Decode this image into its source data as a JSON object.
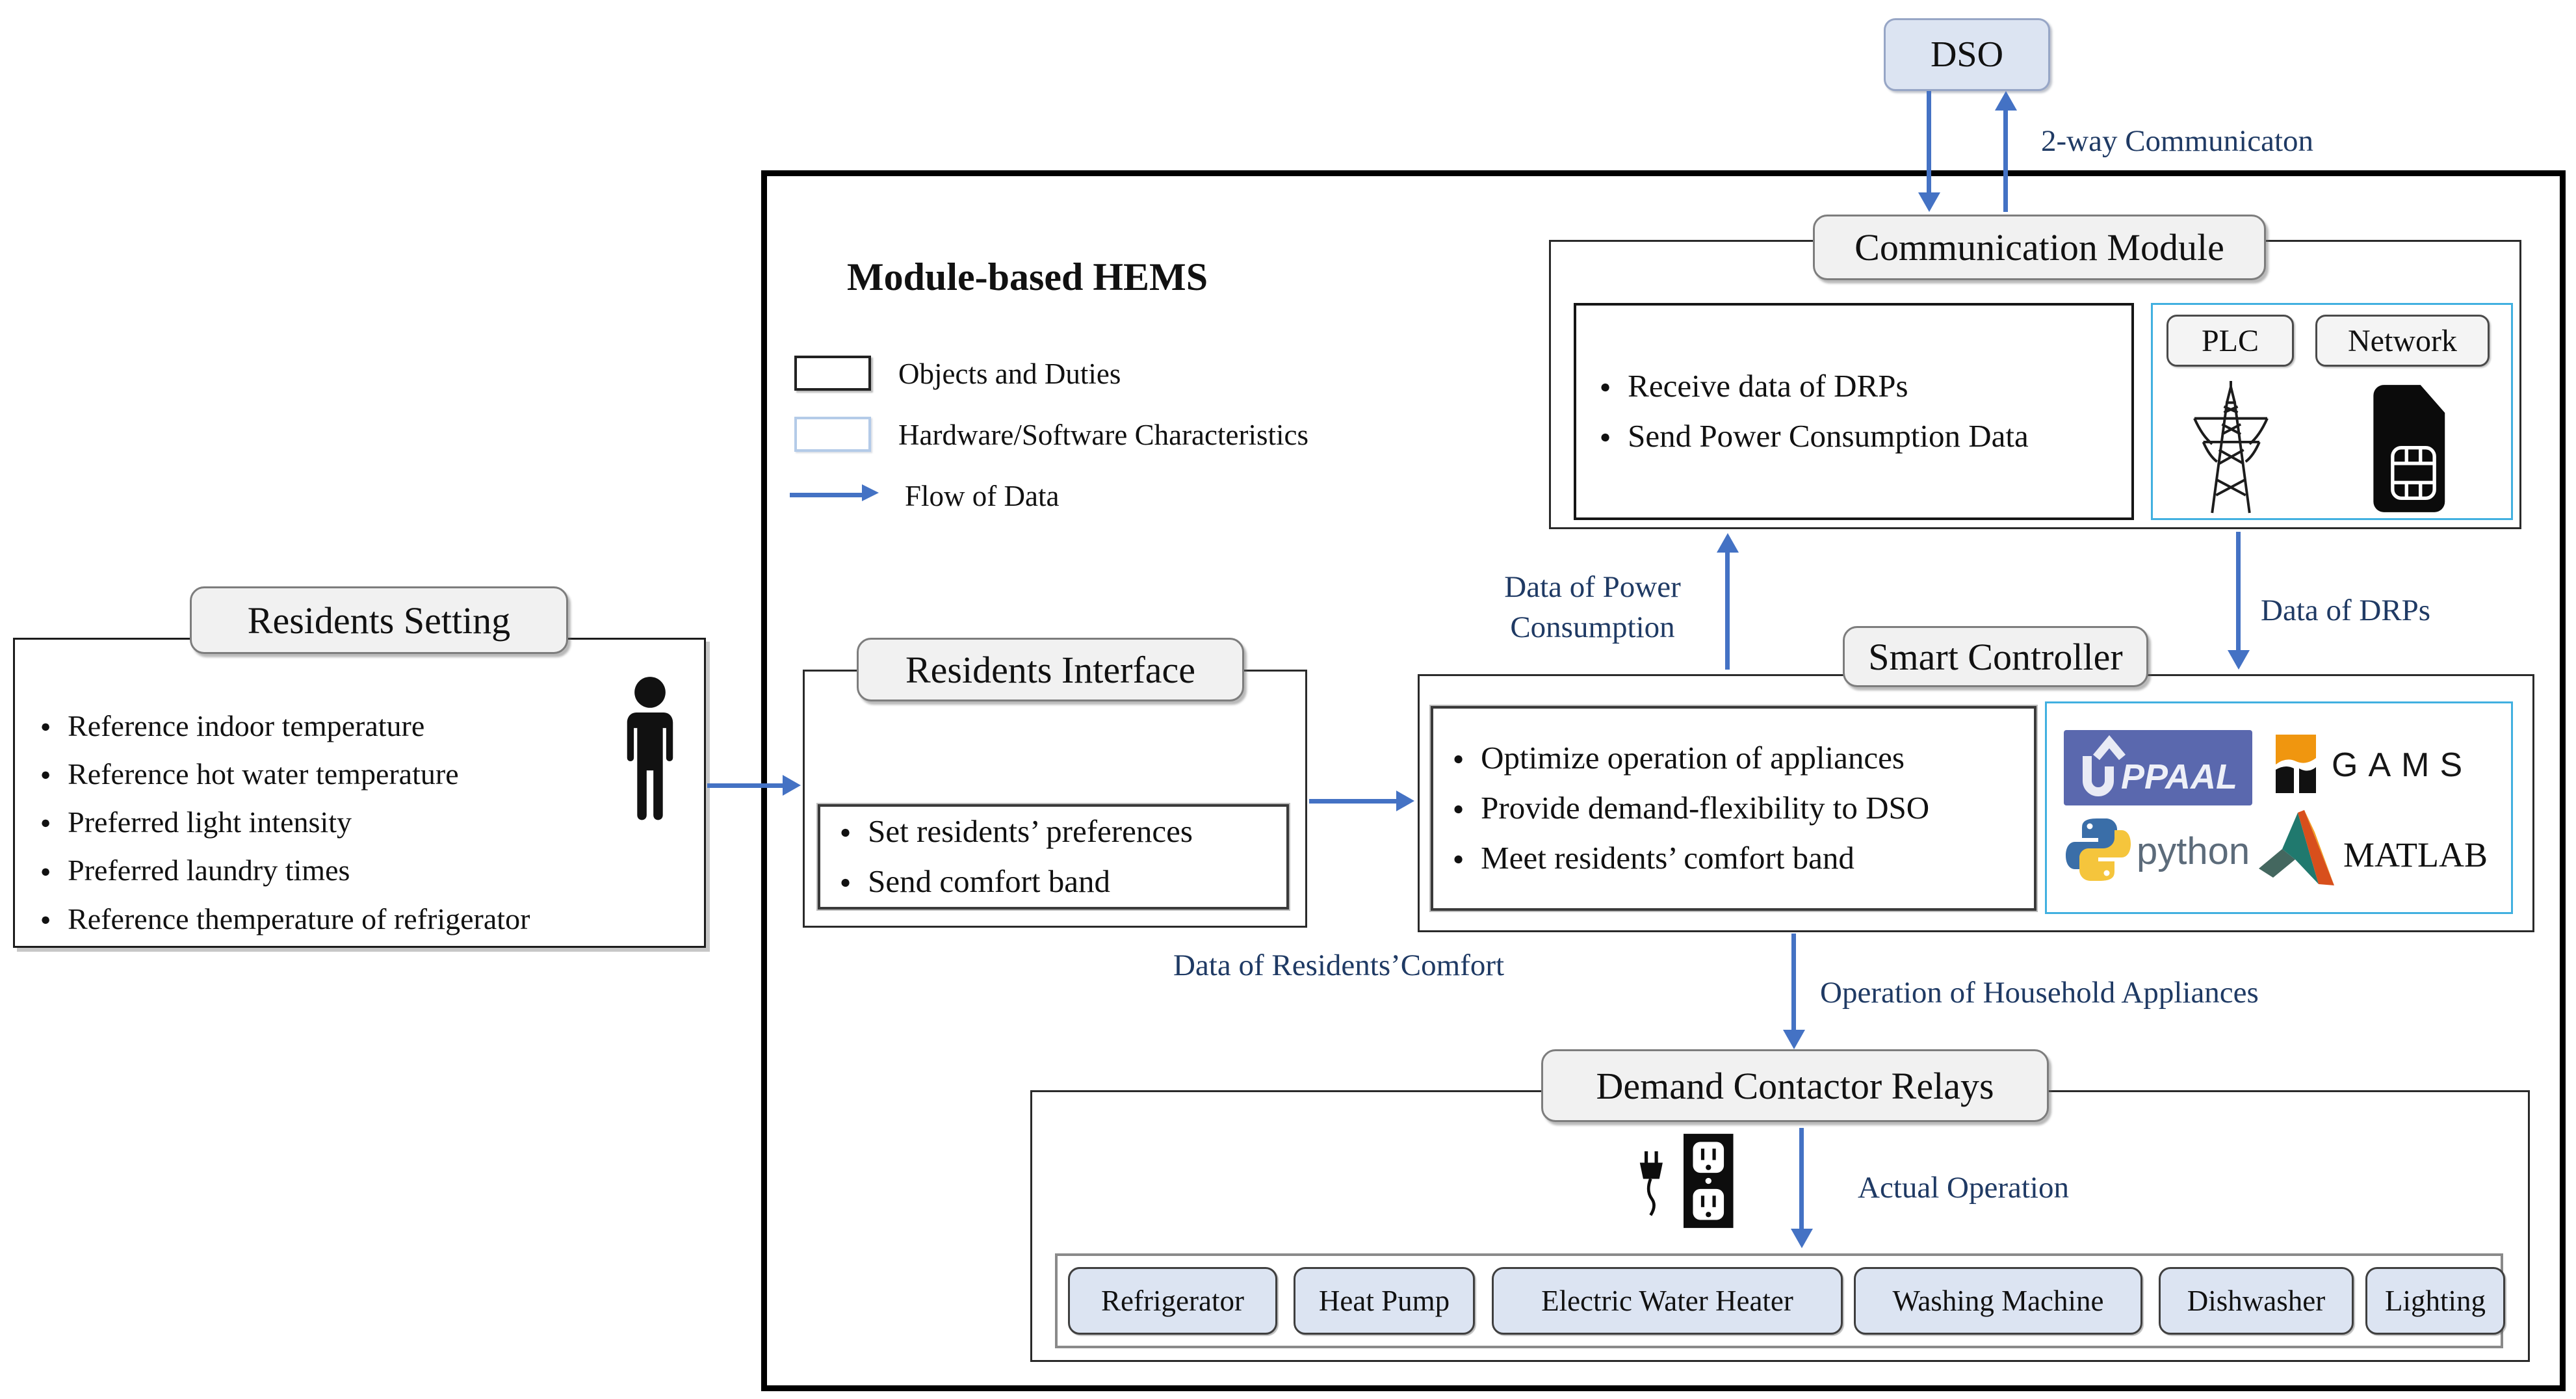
{
  "dso": {
    "label": "DSO"
  },
  "top": {
    "two_way": "2-way Communicaton"
  },
  "hems": {
    "title": "Module-based HEMS"
  },
  "legend": {
    "objects": "Objects and Duties",
    "hardware": "Hardware/Software Characteristics",
    "flow": "Flow of Data"
  },
  "residents_setting": {
    "title": "Residents Setting",
    "items": [
      "Reference indoor temperature",
      "Reference hot water temperature",
      "Preferred light intensity",
      "Preferred laundry times",
      "Reference themperature of refrigerator"
    ]
  },
  "residents_interface": {
    "title": "Residents Interface",
    "items": [
      "Set residents’ preferences",
      "Send comfort band"
    ]
  },
  "communication_module": {
    "title": "Communication Module",
    "items": [
      "Receive data of DRPs",
      "Send Power Consumption Data"
    ],
    "plc": "PLC",
    "network": "Network"
  },
  "smart_controller": {
    "title": "Smart Controller",
    "items": [
      "Optimize operation of appliances",
      "Provide demand-flexibility to DSO",
      "Meet residents’ comfort band"
    ],
    "logos": {
      "uppaal": "PPAAL",
      "gams": "GAMS",
      "python": "python",
      "matlab": "MATLAB"
    }
  },
  "flow_labels": {
    "power_line1": "Data of Power",
    "power_line2": "Consumption",
    "drps": "Data of DRPs",
    "comfort": "Data of Residents’Comfort",
    "operation": "Operation of Household Appliances",
    "actual": "Actual Operation"
  },
  "demand_relays": {
    "title": "Demand Contactor Relays",
    "appliances": [
      "Refrigerator",
      "Heat Pump",
      "Electric Water Heater",
      "Washing Machine",
      "Dishwasher",
      "Lighting"
    ]
  },
  "colors": {
    "arrow_blue": "#4472c4",
    "label_navy": "#1f3a64",
    "light_blue_fill": "#dce4f2",
    "hardware_border_cyan": "#41b0e0"
  }
}
